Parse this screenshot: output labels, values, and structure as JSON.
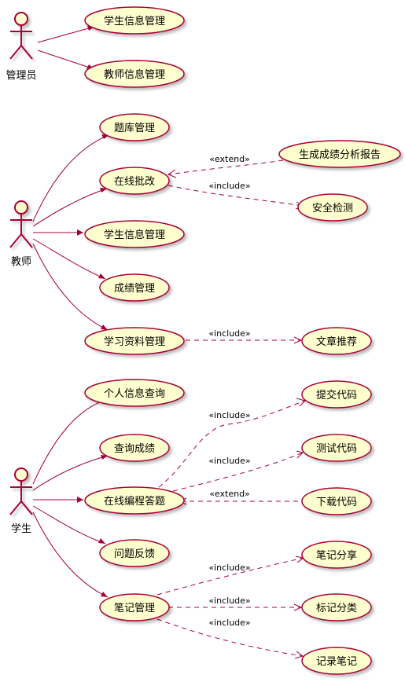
{
  "colors": {
    "line": "#A80036",
    "usecase_fill": "#FEFECE",
    "actor_fill": "#FEFECE",
    "shadow": "#d8d8d8"
  },
  "actors": {
    "admin": "管理员",
    "teacher": "教师",
    "student": "学生"
  },
  "usecases": {
    "admin_student_info": "学生信息管理",
    "admin_teacher_info": "教师信息管理",
    "question_bank": "题库管理",
    "online_grading": "在线批改",
    "grade_report": "生成成绩分析报告",
    "security_check": "安全检测",
    "teacher_student_info": "学生信息管理",
    "score_management": "成绩管理",
    "study_material": "学习资料管理",
    "article_recommend": "文章推荐",
    "personal_info_query": "个人信息查询",
    "query_score": "查询成绩",
    "online_programming": "在线编程答题",
    "submit_code": "提交代码",
    "test_code": "测试代码",
    "download_code": "下载代码",
    "feedback": "问题反馈",
    "note_management": "笔记管理",
    "note_share": "笔记分享",
    "tag_category": "标记分类",
    "record_note": "记录笔记"
  },
  "stereotypes": {
    "grading_extend": "«extend»",
    "grading_include": "«include»",
    "material_include": "«include»",
    "submit_include": "«include»",
    "test_include": "«include»",
    "download_extend": "«extend»",
    "share_include": "«include»",
    "tag_include": "«include»",
    "record_include": "«include»"
  }
}
